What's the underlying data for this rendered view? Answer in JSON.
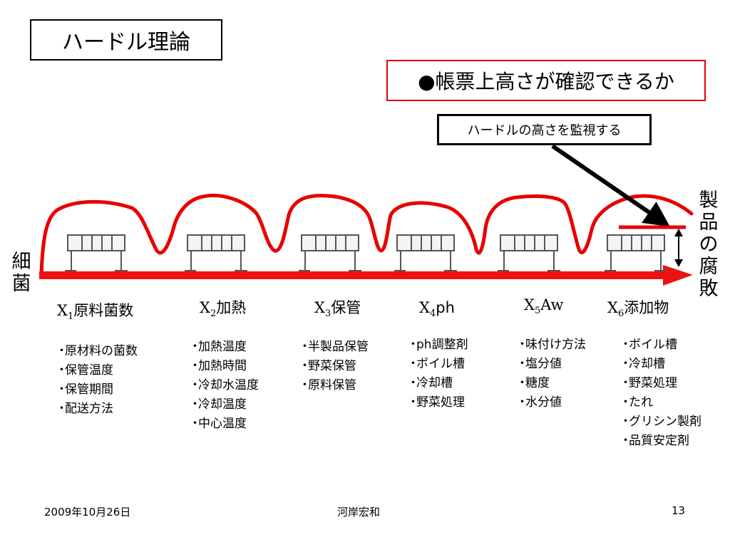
{
  "title": "ハードル理論",
  "question": "●帳票上高さが確認できるか",
  "monitor_note": "ハードルの高さを監視する",
  "left_label": [
    "細",
    "菌"
  ],
  "right_label": [
    "製",
    "品",
    "の",
    "腐",
    "敗"
  ],
  "hurdles": [
    {
      "symbol": "X",
      "sub": "1",
      "name": "原料菌数",
      "items": [
        "原材料の菌数",
        "保管温度",
        "保管期間",
        "配送方法"
      ]
    },
    {
      "symbol": "X",
      "sub": "2",
      "name": "加熱",
      "items": [
        "加熱温度",
        "加熱時間",
        "冷却水温度",
        "冷却温度",
        "中心温度"
      ]
    },
    {
      "symbol": "X",
      "sub": "3",
      "name": "保管",
      "items": [
        "半製品保管",
        "野菜保管",
        "原料保管"
      ]
    },
    {
      "symbol": "X",
      "sub": "4",
      "name": "ph",
      "items": [
        "ph調整剤",
        "ボイル槽",
        "冷却槽",
        "野菜処理"
      ]
    },
    {
      "symbol": "X",
      "sub": "5",
      "name": "Aw",
      "items": [
        "味付け方法",
        "塩分値",
        "糖度",
        "水分値"
      ]
    },
    {
      "symbol": "X",
      "sub": "6",
      "name": "添加物",
      "items": [
        "ボイル槽",
        "冷却槽",
        "野菜処理",
        "たれ",
        "グリシン製剤",
        "品質安定剤"
      ]
    }
  ],
  "colors": {
    "curve": "#e80000",
    "arrow": "#ee1111",
    "accent_border": "#e00000"
  },
  "footer": {
    "date": "2009年10月26日",
    "author": "河岸宏和",
    "page": "13"
  }
}
